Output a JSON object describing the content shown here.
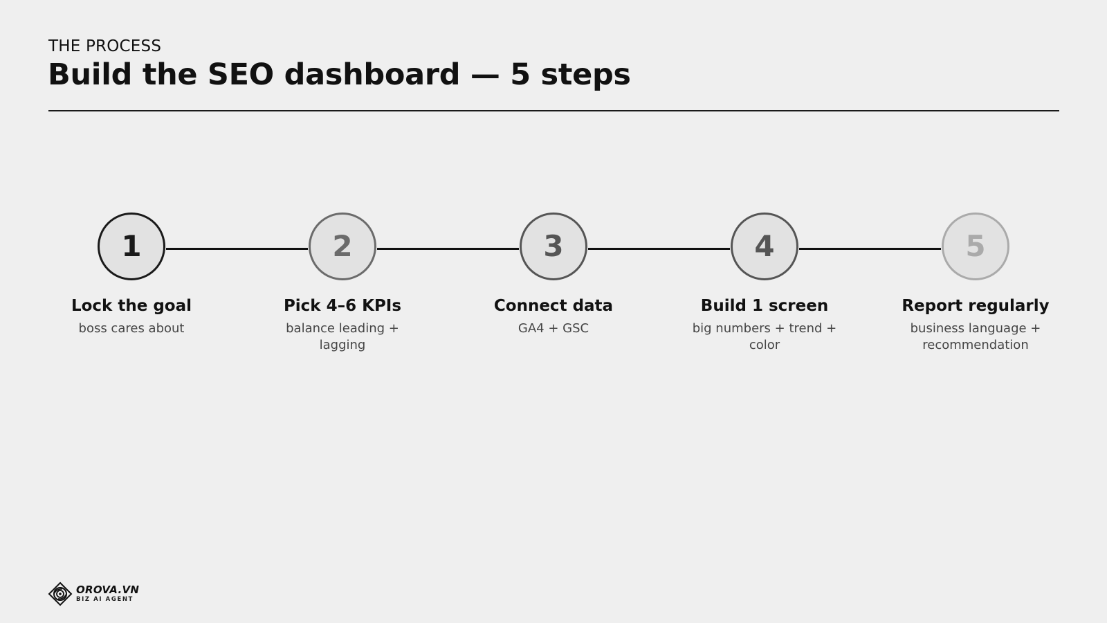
{
  "header": {
    "eyebrow": "THE PROCESS",
    "title": "Build the SEO dashboard — 5 steps"
  },
  "steps": [
    {
      "number": "1",
      "title": "Lock the goal",
      "subtitle": "boss cares about",
      "ring_color": "#1a1a1a",
      "number_color": "#1a1a1a"
    },
    {
      "number": "2",
      "title": "Pick 4–6 KPIs",
      "subtitle": "balance leading + lagging",
      "ring_color": "#6b6b6b",
      "number_color": "#6b6b6b"
    },
    {
      "number": "3",
      "title": "Connect data",
      "subtitle": "GA4 + GSC",
      "ring_color": "#555555",
      "number_color": "#555555"
    },
    {
      "number": "4",
      "title": "Build 1 screen",
      "subtitle": "big numbers + trend + color",
      "ring_color": "#555555",
      "number_color": "#555555"
    },
    {
      "number": "5",
      "title": "Report regularly",
      "subtitle": "business language + recommendation",
      "ring_color": "#aaaaaa",
      "number_color": "#aaaaaa"
    }
  ],
  "footer": {
    "logo_icon": "orova-logo-icon",
    "logo_name": "OROVA.VN",
    "logo_tagline": "BIZ AI AGENT"
  }
}
